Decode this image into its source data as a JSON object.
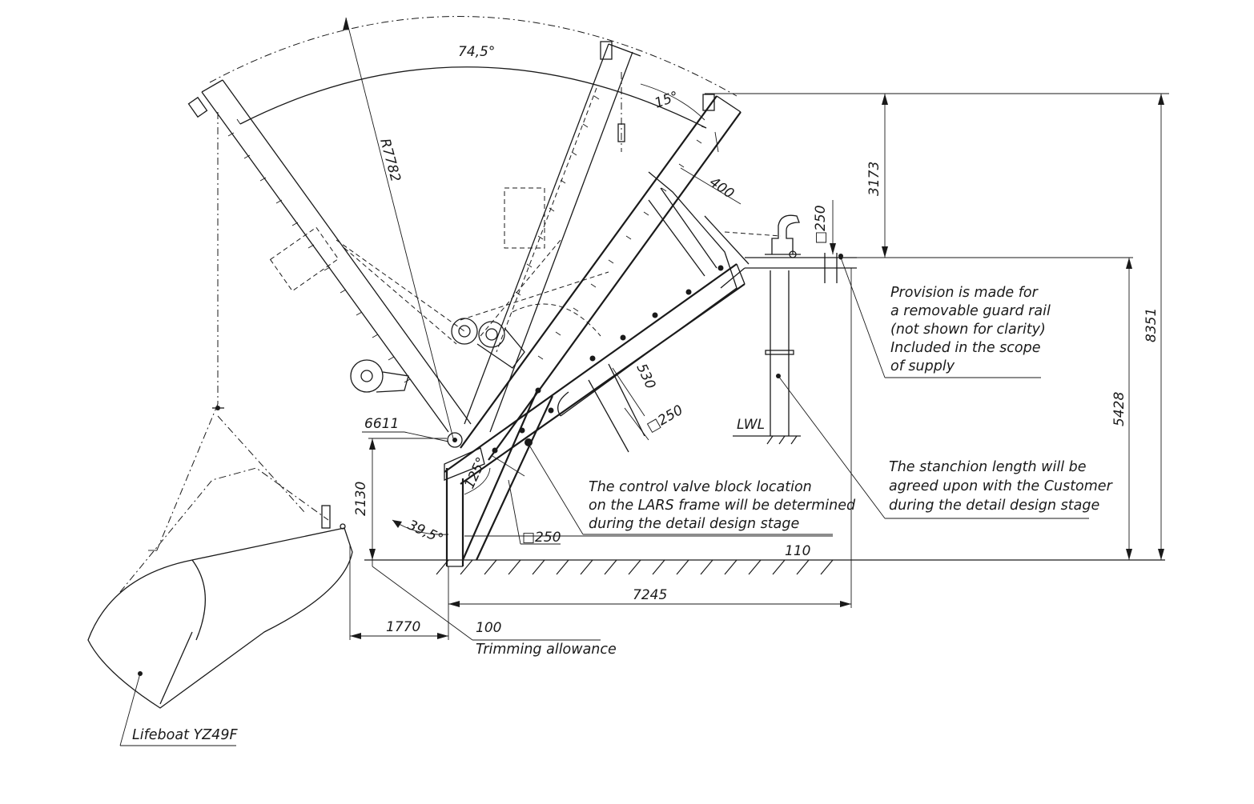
{
  "dimensions": {
    "arc_angle": "74,5°",
    "radius": "R7782",
    "tilt_angle": "15°",
    "offset_400": "400",
    "height_3173": "3173",
    "height_8351": "8351",
    "height_5428": "5428",
    "square_250_top": "□250",
    "width_530": "530",
    "square_250_mid": "□250",
    "square_250_low": "□250",
    "dim_6611": "6611",
    "dim_2130": "2130",
    "angle_125": "125°",
    "angle_39_5": "39,5°",
    "dim_110": "110",
    "dim_7245": "7245",
    "dim_1770": "1770",
    "dim_100": "100"
  },
  "labels": {
    "lwl": "LWL",
    "trimming": "Trimming allowance",
    "lifeboat": "Lifeboat YZ49F"
  },
  "notes": {
    "guard_rail": [
      "Provision is made for",
      "a removable guard rail",
      "(not shown for clarity)",
      "Included in the scope",
      "of supply"
    ],
    "stanchion": [
      "The stanchion length will be",
      "agreed upon with the Customer",
      "during the detail design stage"
    ],
    "valve_block": [
      "The control valve block location",
      "on the LARS frame will be determined",
      "during the detail design stage"
    ]
  }
}
